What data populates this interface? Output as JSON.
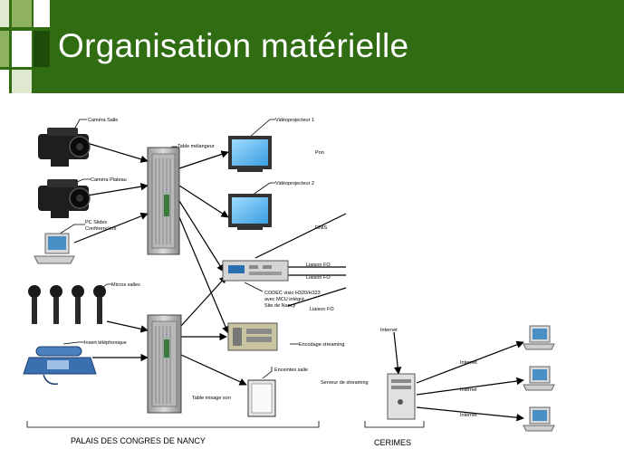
{
  "header": {
    "title": "Organisation matérielle"
  },
  "labels": {
    "camera_salle": "Caméra Salle",
    "camera_plateau": "Caméra Plateau",
    "pc_slides_1": "PC Slides",
    "pc_slides_2": "Conférenciers",
    "table_mixage": "Table mélangeur",
    "videoprojecteur_1": "Vidéoprojecteur 1",
    "pon": "Pon",
    "videoprojecteur_2": "Vidéoprojecteur 2",
    "rnis": "RNIS",
    "liaison_fo_1": "Liaison FO",
    "liaison_fo_2": "Liaison FO",
    "liaison_fo_3": "Liaison FO",
    "codec_1": "CODEC visio H320/H323",
    "codec_2": "avec MCU intégré",
    "codec_3": "Site de Nancy",
    "micros_salles": "Micros salles",
    "insert_telephonique": "Insert téléphonique",
    "encodage_streaming": "Encodage streaming",
    "enceintes_salle": "Enceintes salle",
    "table_mixage_son": "Table mixage son",
    "internet_top": "Internet",
    "serveur_streaming": "Serveur de streaming",
    "internet_1": "Internet",
    "internet_2": "Internet",
    "internet_3": "Internet",
    "palais": "PALAIS DES CONGRES DE NANCY",
    "cerimes": "CERIMES"
  }
}
